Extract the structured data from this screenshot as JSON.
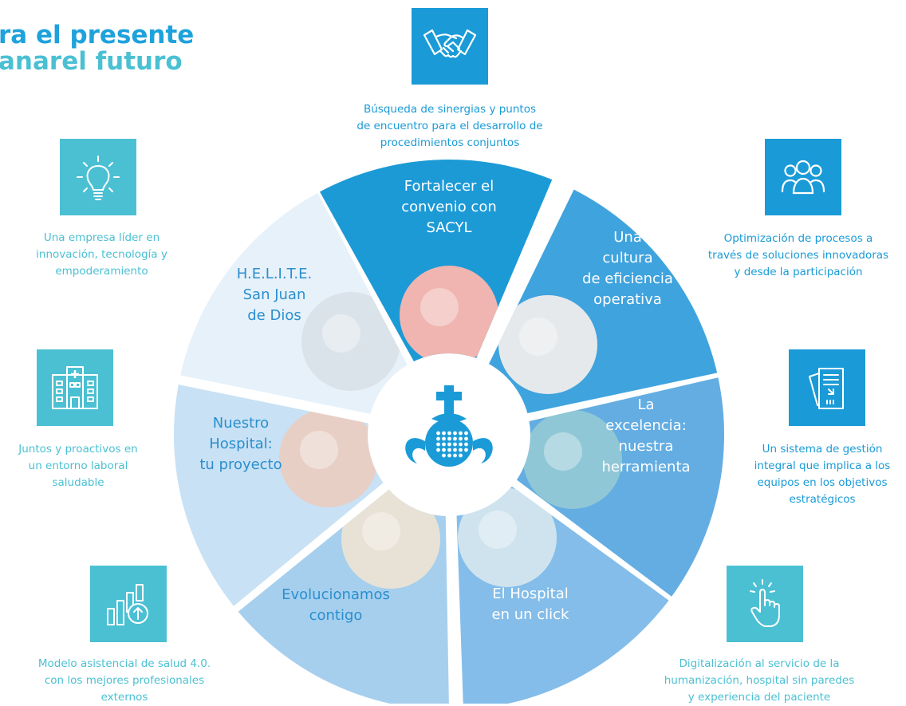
{
  "headline": {
    "line1": "ra el presente",
    "line2": "anarel futuro"
  },
  "colors": {
    "blue": "#1a9bd7",
    "cyan": "#4bc0d3",
    "sector_dark": "#1c9ad6",
    "sector_mid": "#49a9e0",
    "sector_light": "#d3e8f6",
    "sector_pale": "#e7f2fb",
    "logo": "#1a9bd7"
  },
  "sectors": [
    {
      "id": "sacyl",
      "lines": [
        "Fortalecer el",
        "convenio con",
        "SACYL"
      ],
      "text_color": "#ffffff",
      "fill": "#1c9ad6",
      "photo": "heart-in-hands",
      "photo_tint": "#f0b5b0"
    },
    {
      "id": "eficiencia",
      "lines": [
        "Una",
        "cultura",
        "de eficiencia",
        "operativa"
      ],
      "text_color": "#ffffff",
      "fill": "#3fa3de",
      "photo": "lab-researcher",
      "photo_tint": "#e6e9ec"
    },
    {
      "id": "excelencia",
      "lines": [
        "La",
        "excelencia:",
        "nuestra",
        "herramienta"
      ],
      "text_color": "#ffffff",
      "fill": "#63ade2",
      "photo": "stethoscope",
      "photo_tint": "#8fc7d6"
    },
    {
      "id": "click",
      "lines": [
        "El Hospital",
        "en un click"
      ],
      "text_color": "#ffffff",
      "fill": "#84bde9",
      "photo": "doctor-tablet",
      "photo_tint": "#cfe3ee"
    },
    {
      "id": "contigo",
      "lines": [
        "Evolucionamos",
        "contigo"
      ],
      "text_color": "#2a8fcf",
      "fill": "#a6cfee",
      "photo": "holding-hands",
      "photo_tint": "#e8e2d6"
    },
    {
      "id": "proyecto",
      "lines": [
        "Nuestro",
        "Hospital:",
        "tu proyecto"
      ],
      "text_color": "#2a8fcf",
      "fill": "#c8e1f4",
      "photo": "finger-touch-cross",
      "photo_tint": "#e8cfc6"
    },
    {
      "id": "helite",
      "lines": [
        "H.E.L.I.T.E.",
        "San Juan",
        "de Dios"
      ],
      "text_color": "#2a8fcf",
      "fill": "#e6f1fa",
      "photo": "surgeon-microscope",
      "photo_tint": "#dbe3ea"
    }
  ],
  "logo": {
    "icon": "san-juan-de-dios-pomegranate-logo"
  },
  "callouts": [
    {
      "id": "handshake",
      "icon": "handshake-icon",
      "box_color": "#1a9bd7",
      "text_color": "#1a9bd7",
      "lines": [
        "Búsqueda de sinergias y puntos",
        "de encuentro para el desarrollo de",
        "procedimientos conjuntos"
      ]
    },
    {
      "id": "lightbulb",
      "icon": "lightbulb-icon",
      "box_color": "#4bc0d3",
      "text_color": "#4bc0d3",
      "lines": [
        "Una empresa líder en",
        "innovación, tecnología y",
        "empoderamiento"
      ]
    },
    {
      "id": "people",
      "icon": "people-group-icon",
      "box_color": "#1a9bd7",
      "text_color": "#1a9bd7",
      "lines": [
        "Optimización de procesos a",
        "través de soluciones innovadoras",
        "y desde la participación"
      ]
    },
    {
      "id": "hospital",
      "icon": "hospital-building-icon",
      "box_color": "#4bc0d3",
      "text_color": "#4bc0d3",
      "lines": [
        "Juntos y proactivos en",
        "un entorno laboral",
        "saludable"
      ]
    },
    {
      "id": "documents",
      "icon": "documents-icon",
      "box_color": "#1a9bd7",
      "text_color": "#1a9bd7",
      "lines": [
        "Un sistema de gestión",
        "integral que implica a los",
        "equipos en los objetivos",
        "estratégicos"
      ]
    },
    {
      "id": "growth",
      "icon": "growth-chart-icon",
      "box_color": "#4bc0d3",
      "text_color": "#4bc0d3",
      "lines": [
        "Modelo asistencial de salud 4.0.",
        "con los mejores profesionales",
        "externos"
      ]
    },
    {
      "id": "touch",
      "icon": "touch-hand-icon",
      "box_color": "#4bc0d3",
      "text_color": "#4bc0d3",
      "lines": [
        "Digitalización al servicio de la",
        "humanización, hospital sin paredes",
        "y experiencia del paciente"
      ]
    }
  ]
}
